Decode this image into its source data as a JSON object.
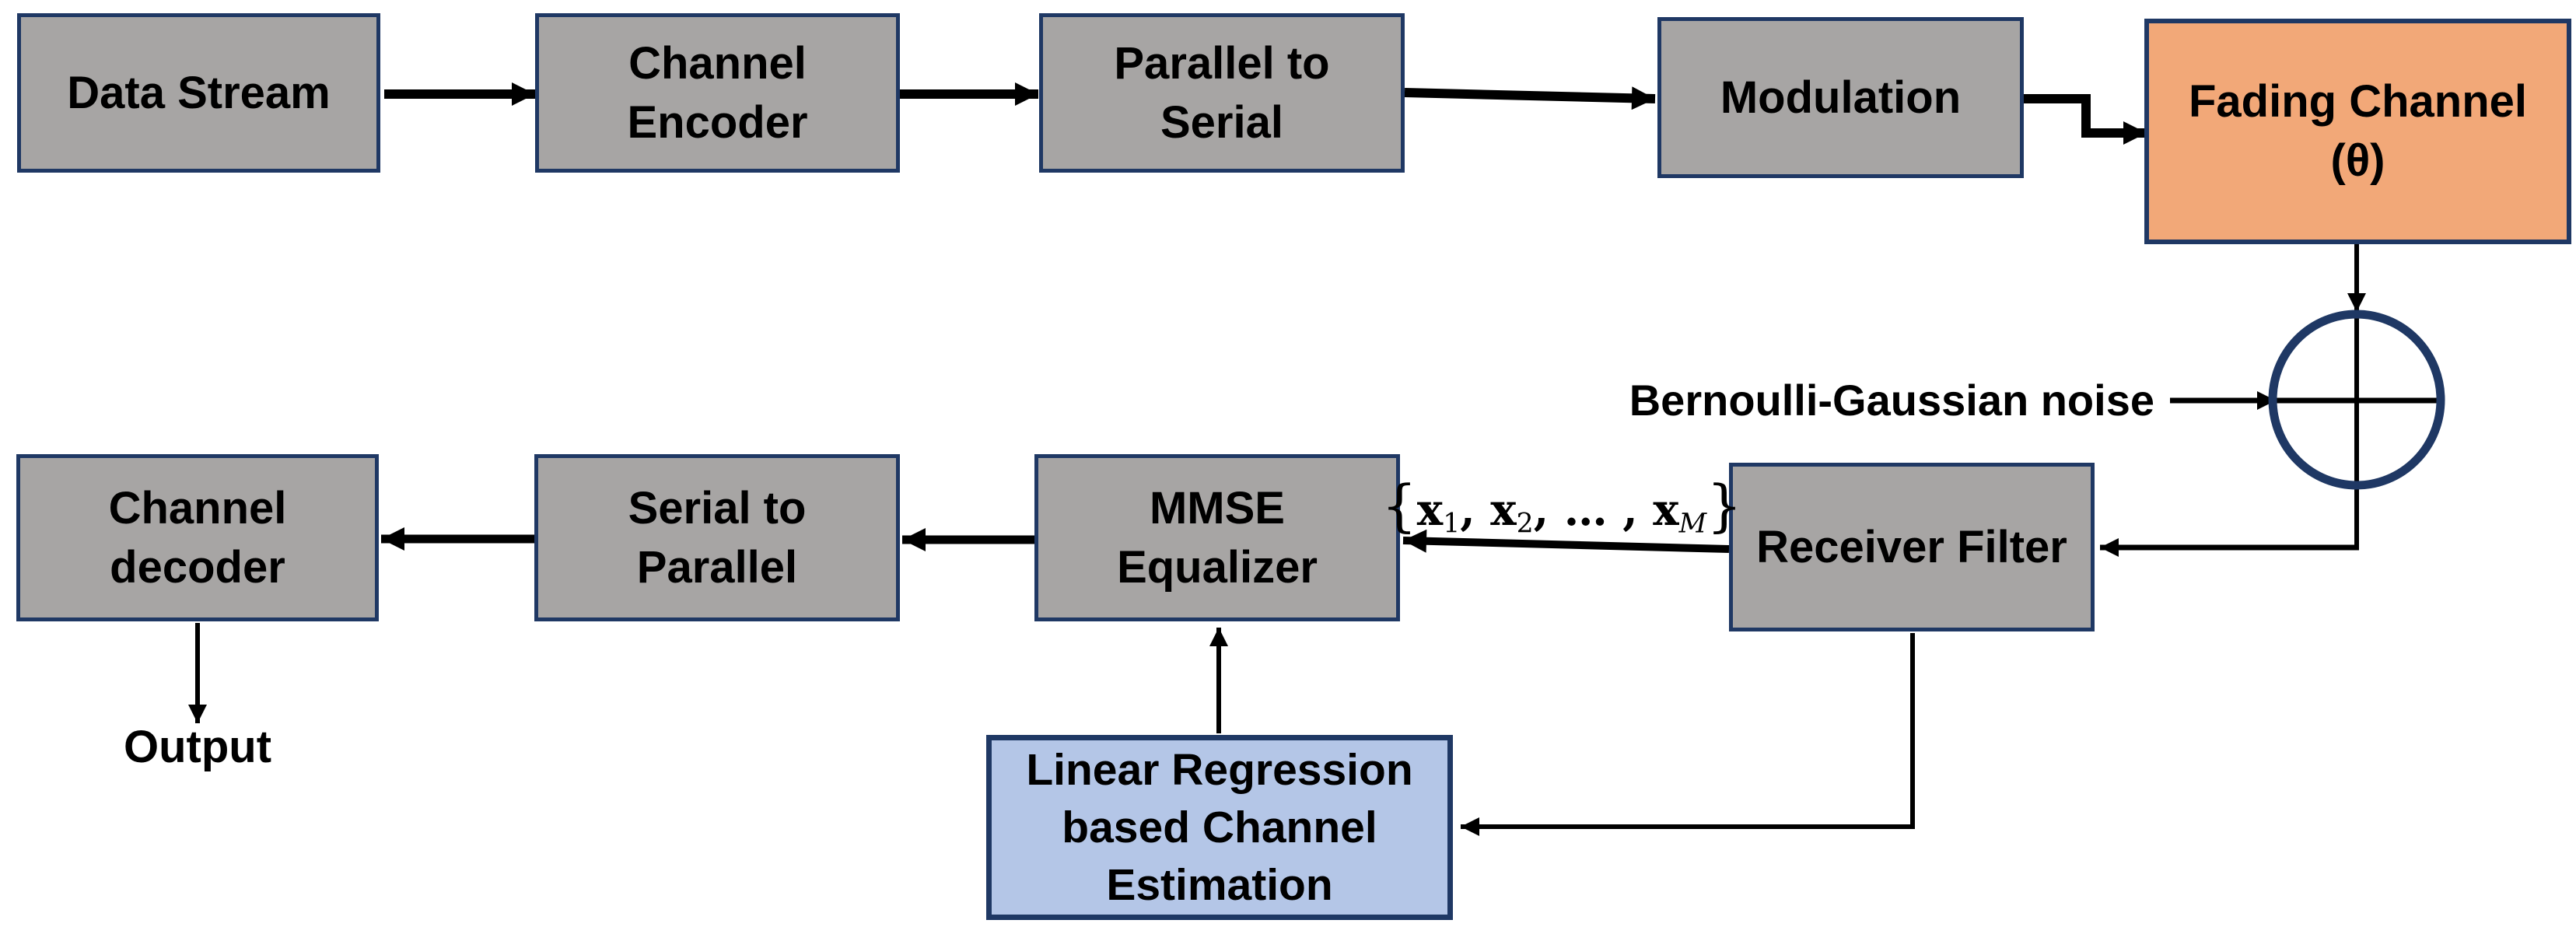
{
  "title": "Communication system block diagram with linear-regression channel estimation",
  "colors": {
    "box_fill": "#A7A5A4",
    "box_border": "#1F3864",
    "fading_fill": "#F2A878",
    "estimation_fill": "#B4C6E7",
    "line_color": "#000000"
  },
  "blocks": {
    "data_stream": {
      "label": "Data Stream"
    },
    "channel_encoder": {
      "label": "Channel\nEncoder"
    },
    "parallel_to_serial": {
      "label": "Parallel to\nSerial"
    },
    "modulation": {
      "label": "Modulation"
    },
    "fading_channel": {
      "label": "Fading Channel\n(θ)"
    },
    "receiver_filter": {
      "label": "Receiver Filter"
    },
    "mmse_equalizer": {
      "label": "MMSE\nEqualizer"
    },
    "serial_to_parallel": {
      "label": "Serial to\nParallel"
    },
    "channel_decoder": {
      "label": "Channel\ndecoder"
    },
    "linear_regression": {
      "label": "Linear Regression\nbased Channel\nEstimation"
    }
  },
  "annotations": {
    "noise_label": "Bernoulli-Gaussian noise",
    "output_label": "Output",
    "signal_set": {
      "open": "{",
      "x1": "x",
      "sub1": "1",
      "sep1": ", ",
      "x2": "x",
      "sub2": "2",
      "sep2": ", … , ",
      "x3": "x",
      "sub3": "M",
      "close": "}"
    },
    "adder_symbol": "circle-plus-adder"
  }
}
